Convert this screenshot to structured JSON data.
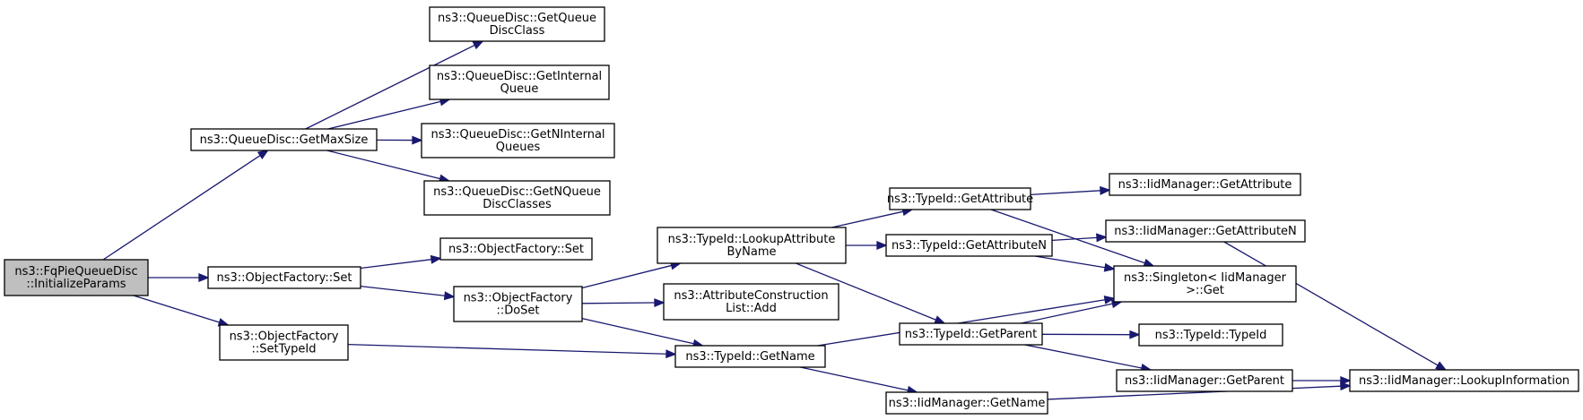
{
  "graph": {
    "nodes": [
      {
        "id": "n0",
        "lines": [
          "ns3::FqPieQueueDisc",
          "::InitializeParams"
        ],
        "root": true
      },
      {
        "id": "n1",
        "lines": [
          "ns3::QueueDisc::GetMaxSize"
        ]
      },
      {
        "id": "n2",
        "lines": [
          "ns3::QueueDisc::GetQueue",
          "DiscClass"
        ]
      },
      {
        "id": "n3",
        "lines": [
          "ns3::QueueDisc::GetInternal",
          "Queue"
        ]
      },
      {
        "id": "n4",
        "lines": [
          "ns3::QueueDisc::GetNInternal",
          "Queues"
        ]
      },
      {
        "id": "n5",
        "lines": [
          "ns3::QueueDisc::GetNQueue",
          "DiscClasses"
        ]
      },
      {
        "id": "n6",
        "lines": [
          "ns3::ObjectFactory::Set"
        ]
      },
      {
        "id": "n7",
        "lines": [
          "ns3::ObjectFactory::Set"
        ]
      },
      {
        "id": "n8",
        "lines": [
          "ns3::ObjectFactory",
          "::DoSet"
        ]
      },
      {
        "id": "n9",
        "lines": [
          "ns3::ObjectFactory",
          "::SetTypeId"
        ]
      },
      {
        "id": "n10",
        "lines": [
          "ns3::TypeId::LookupAttribute",
          "ByName"
        ]
      },
      {
        "id": "n11",
        "lines": [
          "ns3::AttributeConstruction",
          "List::Add"
        ]
      },
      {
        "id": "n12",
        "lines": [
          "ns3::TypeId::GetName"
        ]
      },
      {
        "id": "n13",
        "lines": [
          "ns3::TypeId::GetAttribute"
        ]
      },
      {
        "id": "n14",
        "lines": [
          "ns3::TypeId::GetAttributeN"
        ]
      },
      {
        "id": "n15",
        "lines": [
          "ns3::TypeId::GetParent"
        ]
      },
      {
        "id": "n16",
        "lines": [
          "ns3::IidManager::GetName"
        ]
      },
      {
        "id": "n17",
        "lines": [
          "ns3::IidManager::GetAttribute"
        ]
      },
      {
        "id": "n18",
        "lines": [
          "ns3::IidManager::GetAttributeN"
        ]
      },
      {
        "id": "n19",
        "lines": [
          "ns3::Singleton< IidManager",
          " >::Get"
        ]
      },
      {
        "id": "n20",
        "lines": [
          "ns3::TypeId::TypeId"
        ]
      },
      {
        "id": "n21",
        "lines": [
          "ns3::IidManager::GetParent"
        ]
      },
      {
        "id": "n22",
        "lines": [
          "ns3::IidManager::LookupInformation"
        ]
      }
    ],
    "edges": [
      {
        "from": "n0",
        "to": "n1"
      },
      {
        "from": "n0",
        "to": "n6"
      },
      {
        "from": "n0",
        "to": "n9"
      },
      {
        "from": "n1",
        "to": "n2"
      },
      {
        "from": "n1",
        "to": "n3"
      },
      {
        "from": "n1",
        "to": "n4"
      },
      {
        "from": "n1",
        "to": "n5"
      },
      {
        "from": "n6",
        "to": "n7"
      },
      {
        "from": "n6",
        "to": "n8"
      },
      {
        "from": "n8",
        "to": "n10"
      },
      {
        "from": "n8",
        "to": "n11"
      },
      {
        "from": "n8",
        "to": "n12"
      },
      {
        "from": "n9",
        "to": "n12"
      },
      {
        "from": "n10",
        "to": "n13"
      },
      {
        "from": "n10",
        "to": "n14"
      },
      {
        "from": "n10",
        "to": "n15"
      },
      {
        "from": "n12",
        "to": "n19"
      },
      {
        "from": "n12",
        "to": "n16"
      },
      {
        "from": "n13",
        "to": "n17"
      },
      {
        "from": "n13",
        "to": "n19"
      },
      {
        "from": "n14",
        "to": "n18"
      },
      {
        "from": "n14",
        "to": "n19"
      },
      {
        "from": "n15",
        "to": "n19"
      },
      {
        "from": "n15",
        "to": "n20"
      },
      {
        "from": "n15",
        "to": "n21"
      },
      {
        "from": "n16",
        "to": "n22"
      },
      {
        "from": "n18",
        "to": "n22"
      },
      {
        "from": "n21",
        "to": "n22"
      }
    ]
  }
}
